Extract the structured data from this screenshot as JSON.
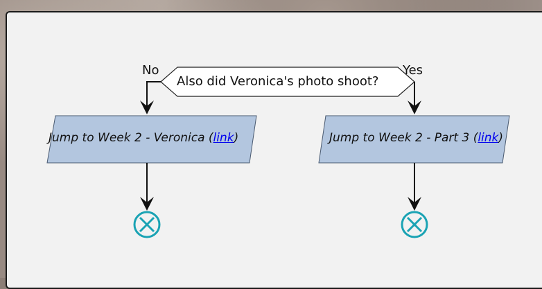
{
  "decision": {
    "question": "Also did Veronica's photo shoot?",
    "no_label": "No",
    "yes_label": "Yes"
  },
  "left_process": {
    "prefix": "Jump to Week 2 - Veronica (",
    "link": "link",
    "suffix": ")"
  },
  "right_process": {
    "prefix": "Jump to Week 2 - Part 3 (",
    "link": "link",
    "suffix": ")"
  },
  "colors": {
    "process_fill": "#b3c6df",
    "end_icon": "#1aa3b4",
    "decision_fill": "#ffffff"
  }
}
